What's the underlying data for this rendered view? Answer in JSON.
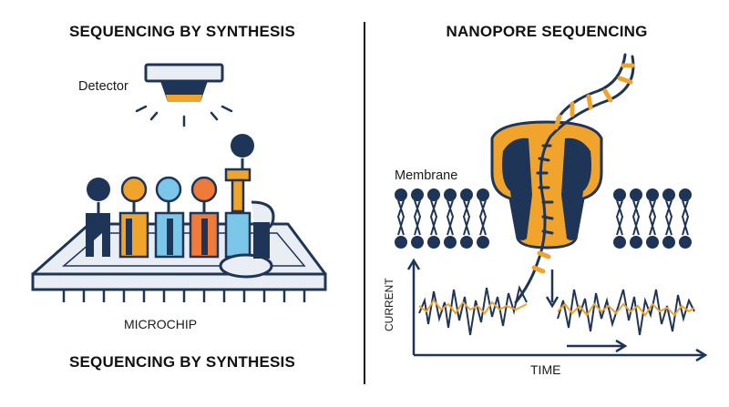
{
  "left": {
    "title": "SEQUENCING BY SYNTHESIS",
    "detector_label": "Detector",
    "chip_label": "MICROCHIP",
    "footer": "SEQUENCING BY SYNTHESIS"
  },
  "right": {
    "title": "NANOPORE SEQUENCING",
    "membrane_label": "Membrane",
    "xaxis_label": "TIME",
    "yaxis_label": "CURRENT"
  },
  "colors": {
    "navy": "#1f3557",
    "orange": "#f0a42b",
    "blue": "#7cc6ea",
    "red_orange": "#f07a3a",
    "chip_fill": "#e9eef5",
    "outline": "#1f3557"
  },
  "nucleotide_colors": [
    "navy",
    "orange",
    "blue",
    "red_orange",
    "navy"
  ]
}
